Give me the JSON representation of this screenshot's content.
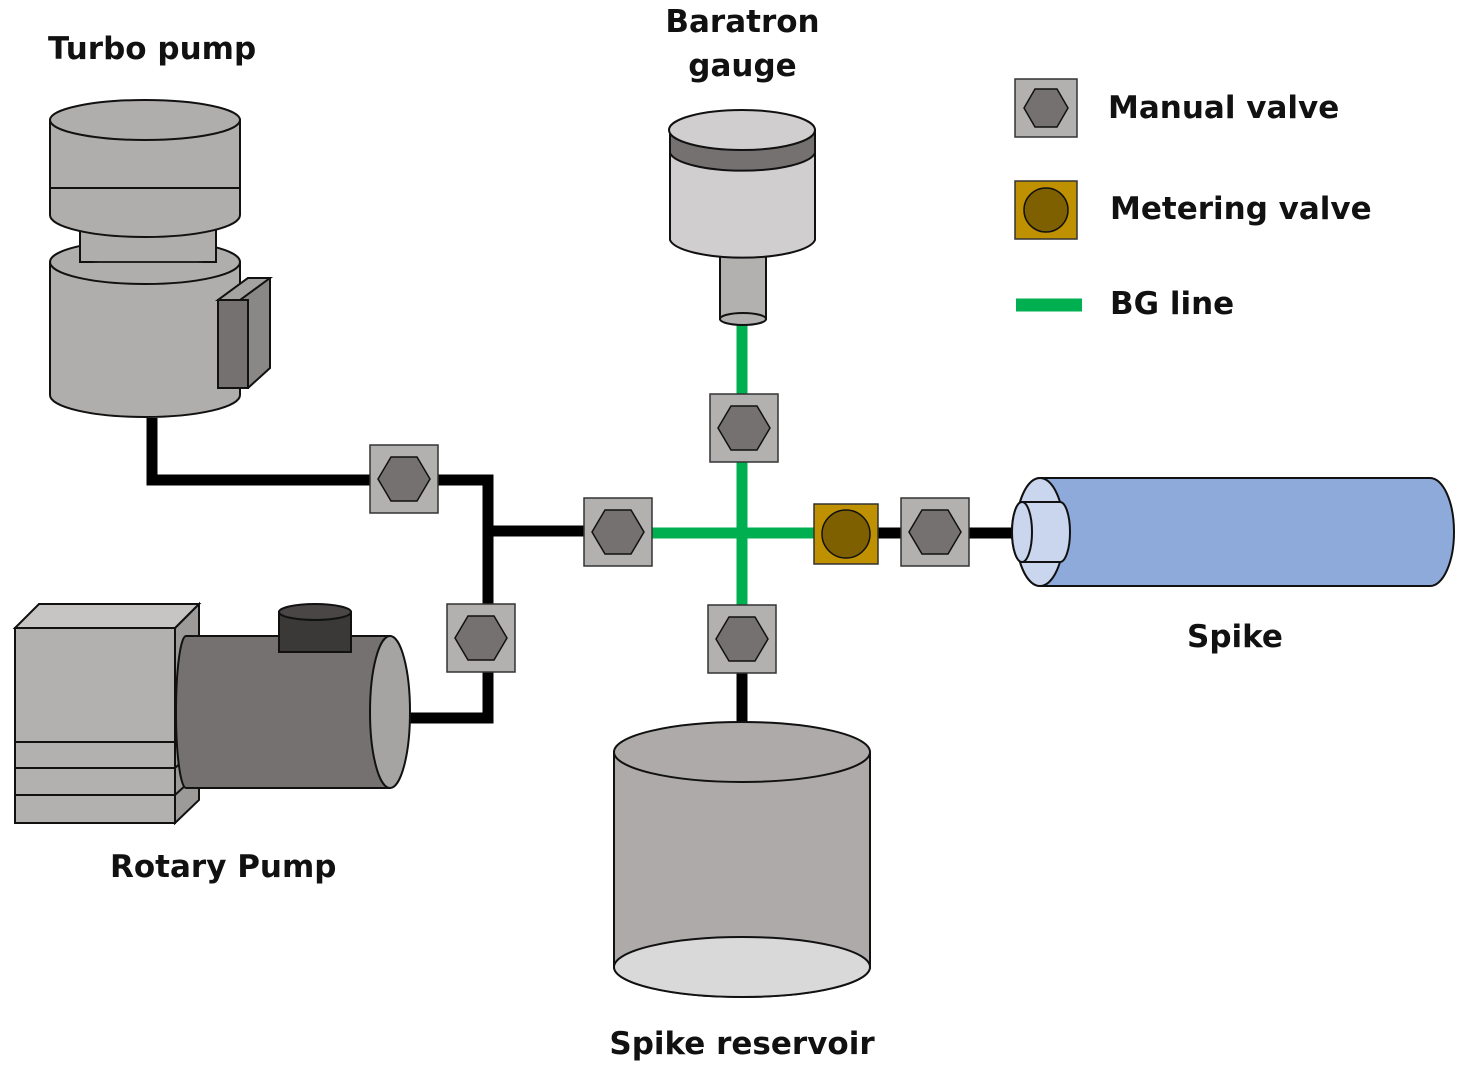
{
  "labels": {
    "turbo_pump": "Turbo pump",
    "baratron_line1": "Baratron",
    "baratron_line2": "gauge",
    "rotary_pump": "Rotary Pump",
    "spike": "Spike",
    "spike_reservoir": "Spike reservoir"
  },
  "legend": {
    "manual_valve": "Manual valve",
    "metering_valve": "Metering valve",
    "bg_line": "BG line"
  },
  "colors": {
    "pipe": "#000000",
    "bg_line": "#00b050",
    "valve_body": "#b3b0b0",
    "valve_hex": "#767171",
    "metering_body": "#bf9000",
    "metering_disc": "#7f6000",
    "spike_cylinder": "#8eaadb",
    "spike_cap": "#c9d6ee",
    "turbo": "#b0adad",
    "rotary_box": "#b3b0b0",
    "rotary_motor": "#767171",
    "reservoir": "#aeaaaa",
    "reservoir_top": "#d9d9d9",
    "gauge_head": "#767171",
    "gauge_body": "#d0cece"
  }
}
